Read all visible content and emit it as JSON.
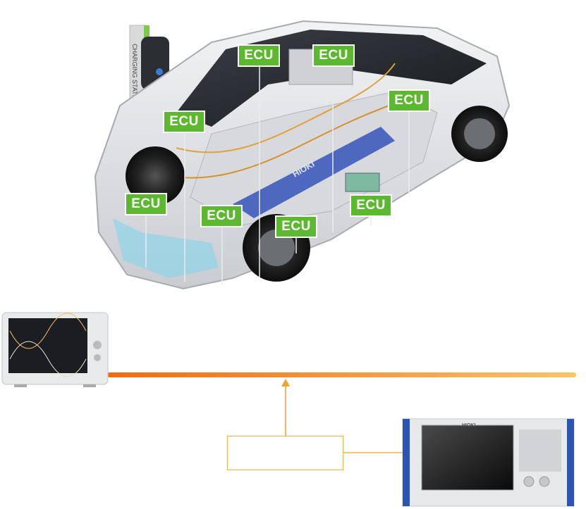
{
  "ecu_labels": {
    "ecu1": "ECU",
    "ecu2": "ECU",
    "ecu3": "ECU",
    "ecu4": "ECU",
    "ecu5": "ECU",
    "ecu6": "ECU",
    "ecu7": "ECU",
    "ecu8": "ECU"
  },
  "charging_station_text": "CHARGING STATION",
  "brand": "HIOKI",
  "colors": {
    "ecu_green": "#5cb82e",
    "bus_line_start": "#f36a10",
    "bus_line_end": "#f9c46a",
    "instrument_frame_blue": "#2a55b5"
  }
}
